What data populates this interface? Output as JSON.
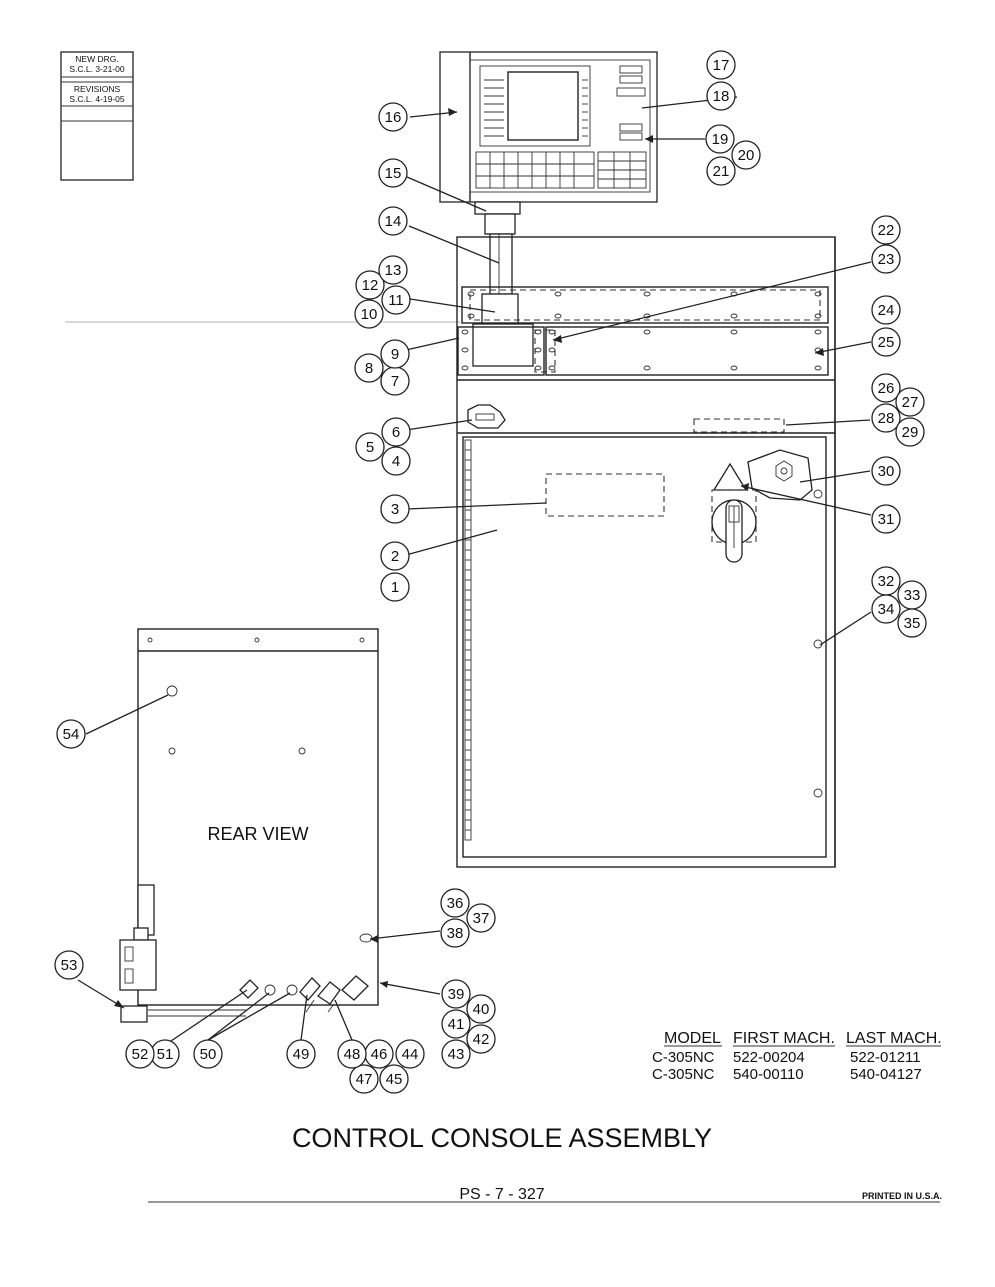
{
  "revision_box": {
    "rows": [
      "NEW DRG.",
      "S.C.L. 3-21-00",
      "REVISIONS",
      "S.C.L. 4-19-05"
    ]
  },
  "rear_view_label": "REAR VIEW",
  "title": "CONTROL CONSOLE ASSEMBLY",
  "page_number": "PS - 7 - 327",
  "printed": "PRINTED IN U.S.A.",
  "model_table": {
    "headers": [
      "MODEL",
      "FIRST MACH.",
      "LAST MACH."
    ],
    "rows": [
      [
        "C-305NC",
        "522-00204",
        "522-01211"
      ],
      [
        "C-305NC",
        "540-00110",
        "540-04127"
      ]
    ]
  },
  "callout_numbers": [
    "1",
    "2",
    "3",
    "4",
    "5",
    "6",
    "7",
    "8",
    "9",
    "10",
    "11",
    "12",
    "13",
    "14",
    "15",
    "16",
    "17",
    "18",
    "19",
    "20",
    "21",
    "22",
    "23",
    "24",
    "25",
    "26",
    "27",
    "28",
    "29",
    "30",
    "31",
    "32",
    "33",
    "34",
    "35",
    "36",
    "37",
    "38",
    "39",
    "40",
    "41",
    "42",
    "43",
    "44",
    "45",
    "46",
    "47",
    "48",
    "49",
    "50",
    "51",
    "52",
    "53",
    "54"
  ]
}
